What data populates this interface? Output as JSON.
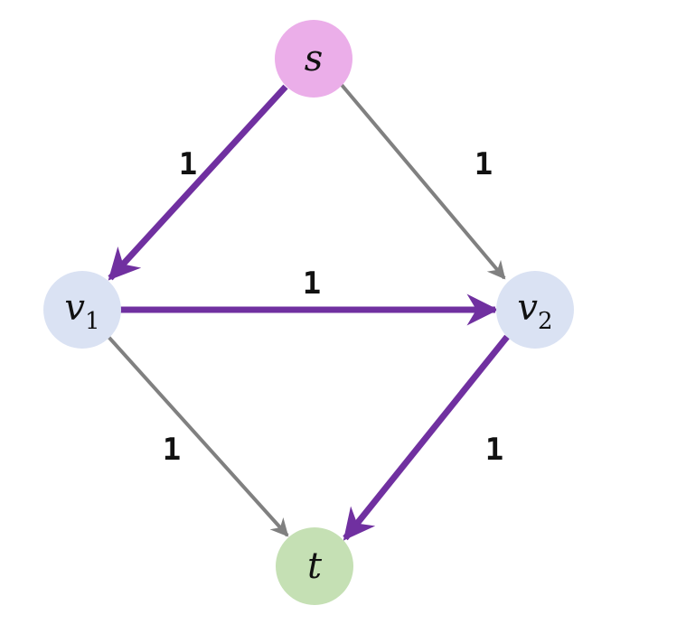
{
  "colors": {
    "source_fill": "#ebaee9",
    "inner_fill": "#dae2f3",
    "sink_fill": "#c5e0b4",
    "highlight_edge": "#7030a0",
    "normal_edge": "#808080"
  },
  "nodes": {
    "s": {
      "label": "s"
    },
    "v1": {
      "label": "v",
      "sub": "1"
    },
    "v2": {
      "label": "v",
      "sub": "2"
    },
    "t": {
      "label": "t"
    }
  },
  "edges": {
    "s_v1": {
      "weight": "1",
      "highlighted": true
    },
    "s_v2": {
      "weight": "1",
      "highlighted": false
    },
    "v1_v2": {
      "weight": "1",
      "highlighted": true
    },
    "v1_t": {
      "weight": "1",
      "highlighted": false
    },
    "v2_t": {
      "weight": "1",
      "highlighted": true
    }
  }
}
